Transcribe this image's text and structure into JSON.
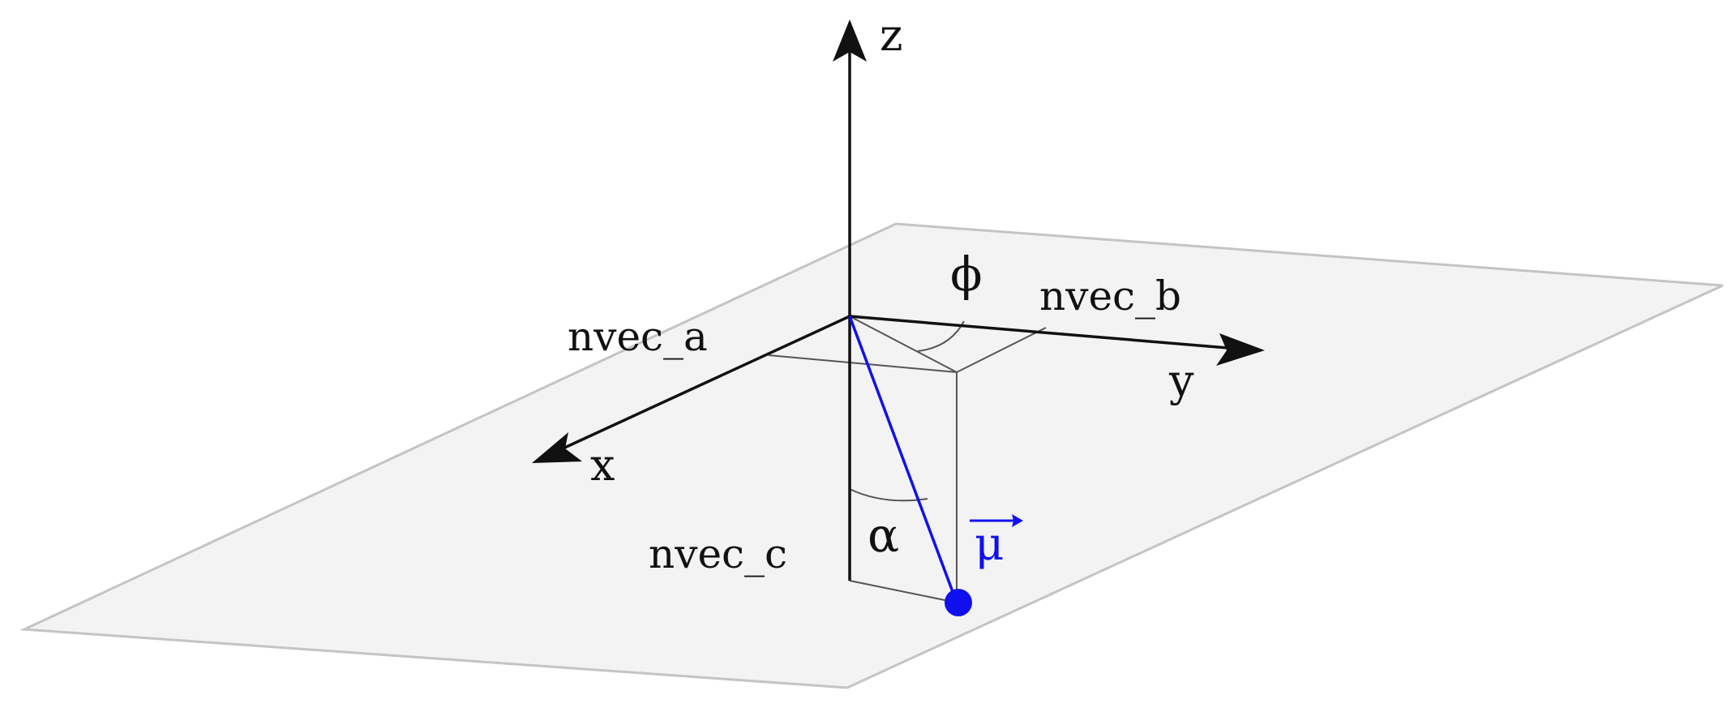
{
  "labels": {
    "z_axis": "z",
    "y_axis": "y",
    "x_axis": "x",
    "phi": "ϕ",
    "alpha": "α",
    "mu": "μ",
    "nvec_a": "nvec_a",
    "nvec_b": "nvec_b",
    "nvec_c": "nvec_c"
  },
  "colors": {
    "ink": "#111111",
    "plane_fill": "#f3f3f3",
    "plane_edge": "#c4c4c4",
    "construction": "#555555",
    "mu_vector": "#1010ee"
  },
  "icons": {
    "z_arrow": "arrow-up-icon",
    "y_arrow": "arrow-right-icon",
    "x_arrow": "arrow-down-left-icon",
    "mu_point": "filled-circle-icon"
  }
}
